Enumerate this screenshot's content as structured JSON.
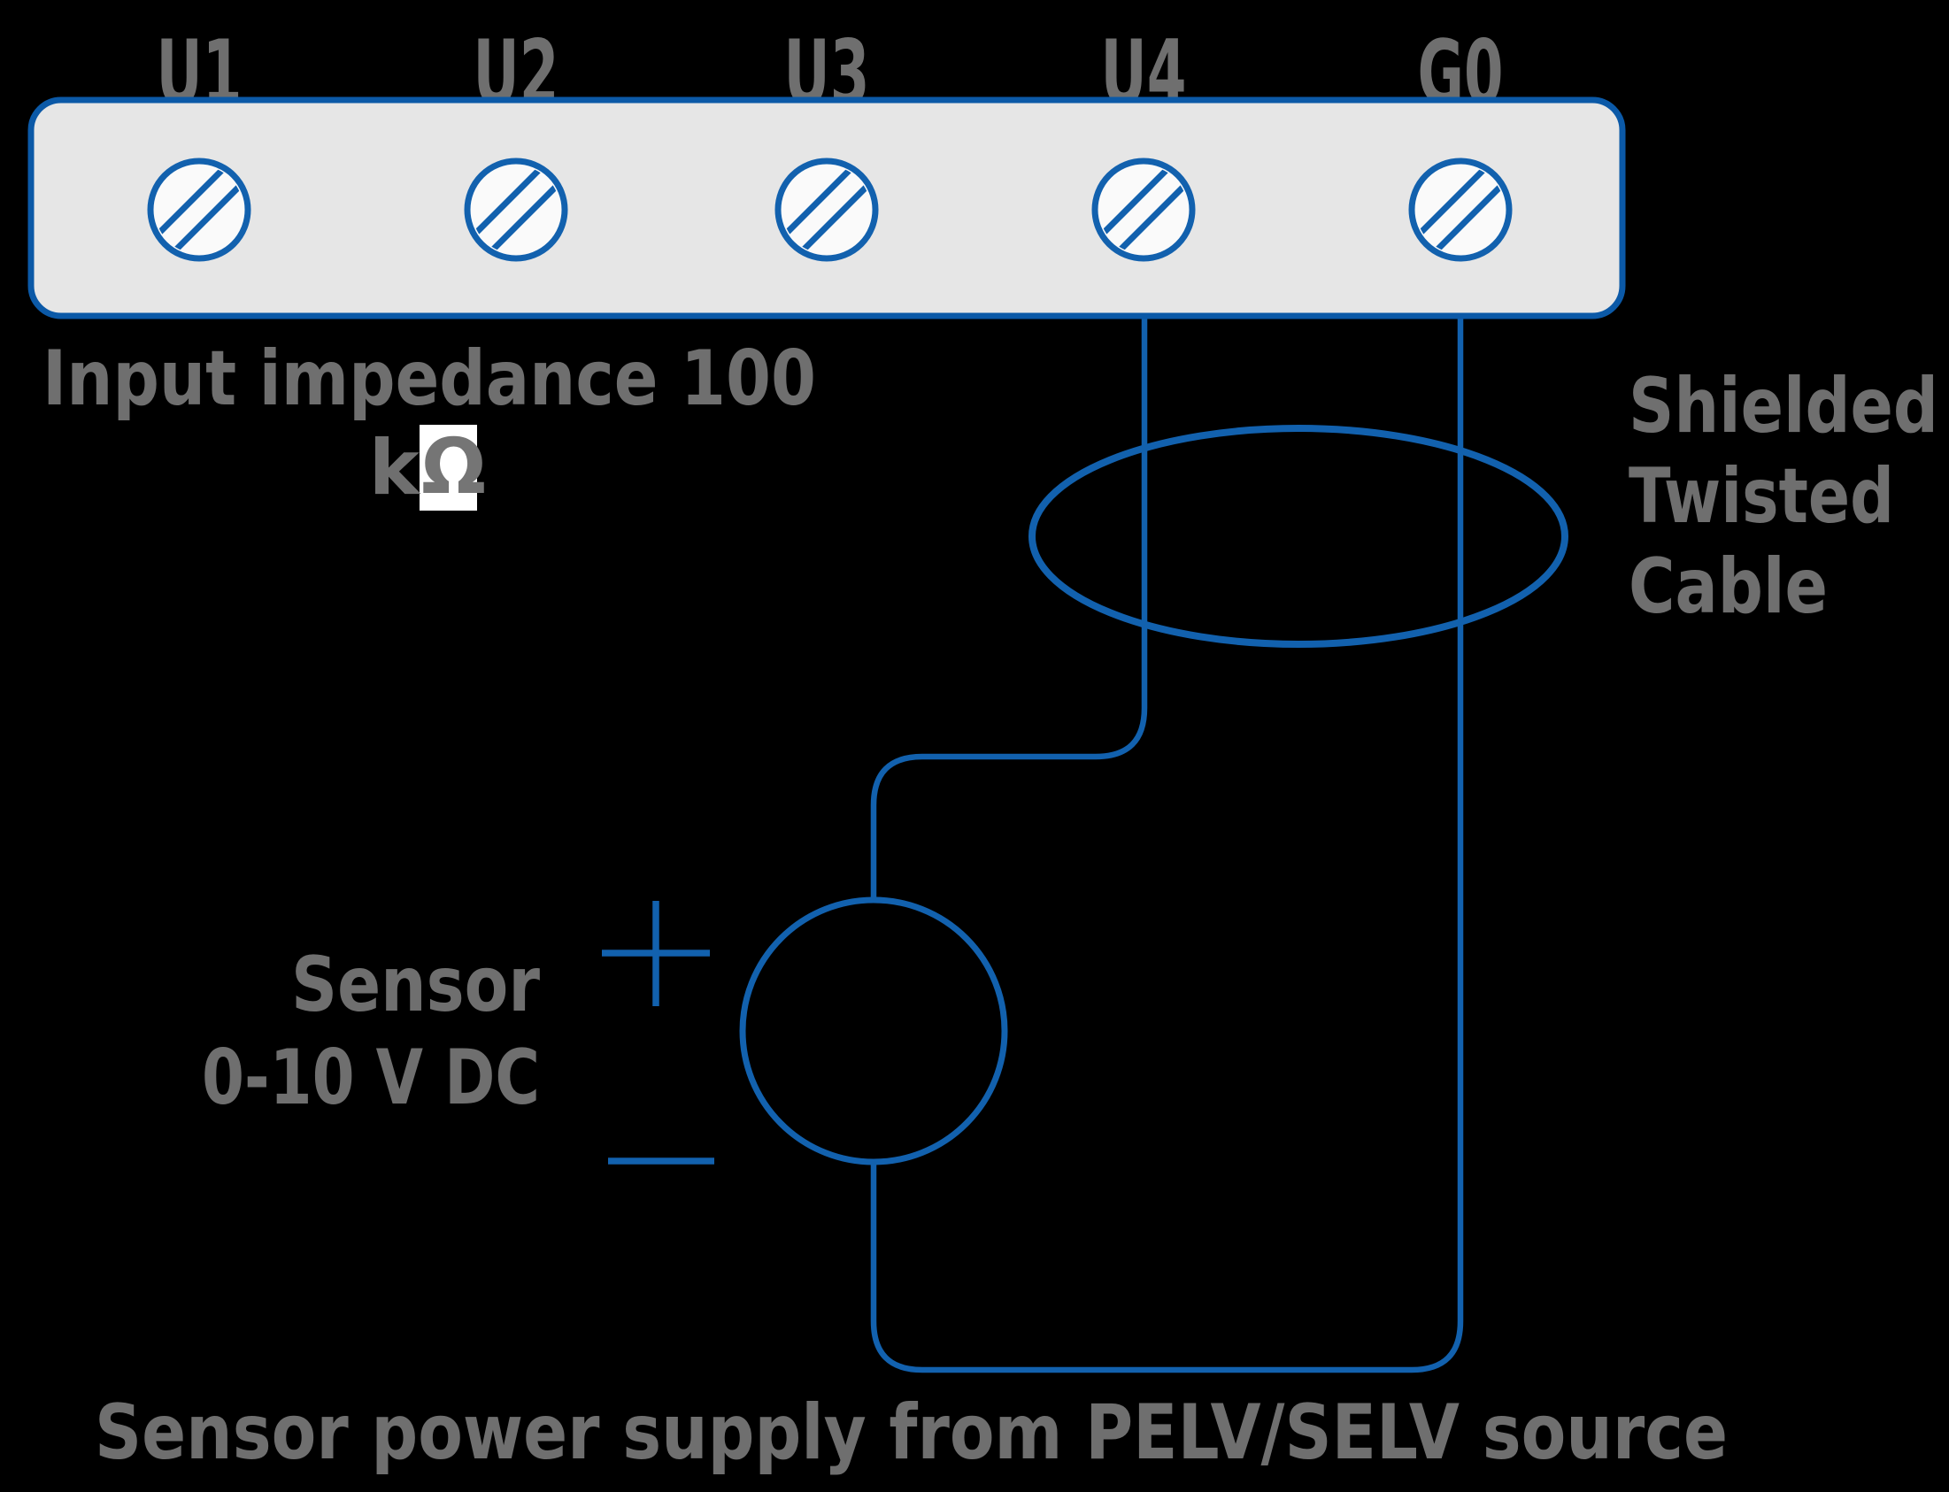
{
  "terminal_block": {
    "labels": [
      "U1",
      "U2",
      "U3",
      "U4",
      "G0"
    ]
  },
  "annotations": {
    "impedance_line1": "Input impedance 100",
    "impedance_unit_prefix": "k",
    "impedance_unit_symbol": "Ω",
    "shield_line1": "Shielded",
    "shield_line2": "Twisted",
    "shield_line3": "Cable",
    "sensor_line1": "Sensor",
    "sensor_line2": "0-10 V DC",
    "caption": "Sensor power supply from PELV/SELV source"
  },
  "icons": {
    "positive_polarity": "plus-icon",
    "negative_polarity": "minus-icon",
    "terminal_screw": "screw-terminal-icon"
  },
  "colors": {
    "wire_blue": "#1261ae",
    "block_border": "#0b59a7",
    "block_fill": "#e6e6e6",
    "terminal_fill": "#fafafa",
    "label_gray": "#6f6f6f",
    "ohm_gray": "#757575",
    "ohm_box_bg": "#ffffff",
    "background": "#000000"
  }
}
